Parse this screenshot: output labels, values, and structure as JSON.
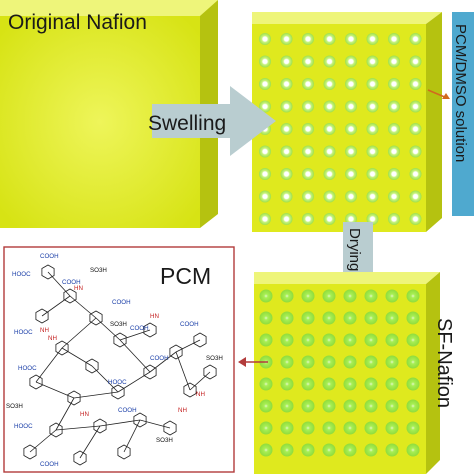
{
  "labels": {
    "original": "Original Nafion",
    "swelling": "Swelling",
    "solution": "PCM/DMSO solution",
    "drying": "Drying(filling)",
    "pcm": "PCM",
    "sf_nafion": "SF-Nafion"
  },
  "chem_groups": [
    {
      "text": "COOH",
      "color": "blue"
    },
    {
      "text": "HOOC",
      "color": "blue"
    },
    {
      "text": "COOH",
      "color": "blue"
    },
    {
      "text": "SO3H",
      "color": "black"
    },
    {
      "text": "HN",
      "color": "red"
    },
    {
      "text": "NH",
      "color": "red"
    },
    {
      "text": "COOH",
      "color": "blue"
    },
    {
      "text": "HOOC",
      "color": "blue"
    },
    {
      "text": "SO3H",
      "color": "black"
    },
    {
      "text": "NH",
      "color": "red"
    },
    {
      "text": "COOH",
      "color": "blue"
    },
    {
      "text": "HN",
      "color": "red"
    },
    {
      "text": "HOOC",
      "color": "blue"
    },
    {
      "text": "COOH",
      "color": "blue"
    },
    {
      "text": "SO3H",
      "color": "black"
    },
    {
      "text": "NH",
      "color": "red"
    },
    {
      "text": "HOOC",
      "color": "blue"
    },
    {
      "text": "COOH",
      "color": "blue"
    },
    {
      "text": "SO3H",
      "color": "black"
    },
    {
      "text": "HN",
      "color": "red"
    },
    {
      "text": "COOH",
      "color": "blue"
    },
    {
      "text": "HOOC",
      "color": "blue"
    },
    {
      "text": "SO3H",
      "color": "black"
    },
    {
      "text": "NH",
      "color": "red"
    },
    {
      "text": "COOH",
      "color": "blue"
    }
  ],
  "colors": {
    "membrane_face": "#dde81c",
    "membrane_side": "#b5c210",
    "membrane_top": "#eef57a",
    "pore": "#b8f05a",
    "pore_center": "#ffffff",
    "arrow_fill": "#b9cdd0",
    "solution_bar": "#4fa9cf",
    "box_border": "#b23b3b"
  }
}
